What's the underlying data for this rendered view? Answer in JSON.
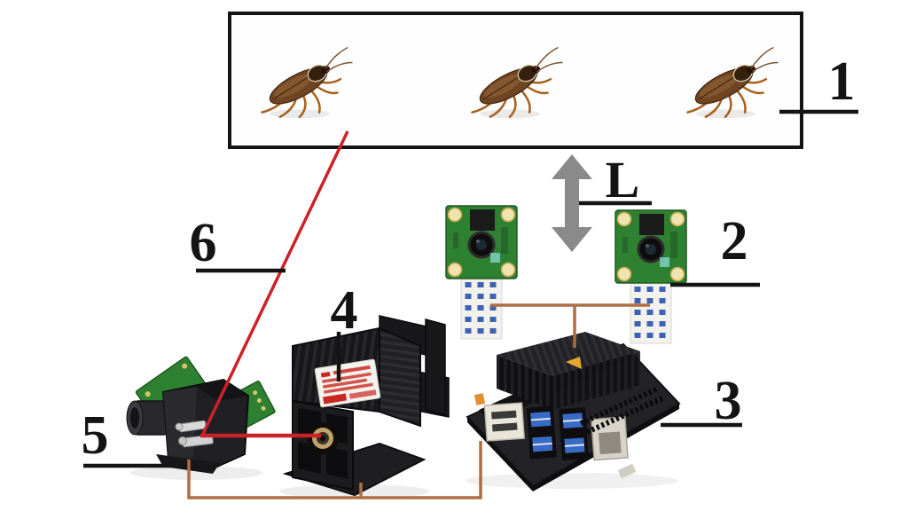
{
  "annotations": {
    "items": [
      {
        "id": "arena-enclosure",
        "label": "1"
      },
      {
        "id": "camera-modules",
        "label": "2"
      },
      {
        "id": "embedded-board",
        "label": "3"
      },
      {
        "id": "laser-module",
        "label": "4"
      },
      {
        "id": "galvo-mirror-scanner",
        "label": "5"
      },
      {
        "id": "laser-beam",
        "label": "6"
      },
      {
        "id": "working-distance",
        "label": "L"
      }
    ]
  },
  "colors": {
    "beam_red": "#cc2127",
    "wire_brown": "#ad6e44",
    "arrow_gray": "#8a8a8a",
    "annotation_black": "#141414",
    "pcb_green": "#2f8132"
  }
}
